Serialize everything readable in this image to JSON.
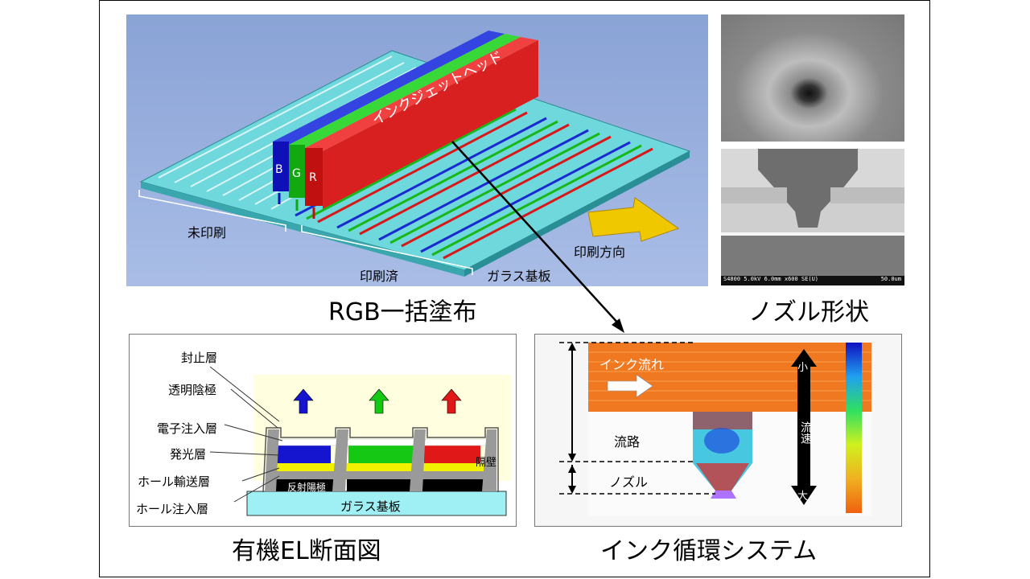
{
  "top_panel": {
    "caption": "RGB一括塗布",
    "head_label": "インクジェットヘッド",
    "color_letters": [
      "B",
      "G",
      "R"
    ],
    "unprinted": "未印刷",
    "printed": "印刷済",
    "glass": "ガラス基板",
    "direction": "印刷方向"
  },
  "nozzle_panel": {
    "caption": "ノズル形状",
    "sem_footer": "S4800 5.0kV 6.0mm x600 SE(U)",
    "sem_scale": "50.0um"
  },
  "oled_panel": {
    "caption": "有機EL断面図",
    "layers": [
      "封止層",
      "透明陰極",
      "電子注入層",
      "発光層",
      "ホール輸送層",
      "ホール注入層"
    ],
    "bank": "隔壁",
    "anode": "反射陽極",
    "substrate": "ガラス基板"
  },
  "circulation_panel": {
    "caption": "インク循環システム",
    "ink_flow": "インク流れ",
    "channel": "流路",
    "nozzle": "ノズル",
    "speed_small": "小",
    "speed_label": "流速",
    "speed_large": "大"
  },
  "colors": {
    "blue": "#1515d0",
    "green": "#14c814",
    "red": "#e01818",
    "yellow": "#f0f000",
    "orange": "#f07820",
    "sky": "#97b0dc"
  }
}
